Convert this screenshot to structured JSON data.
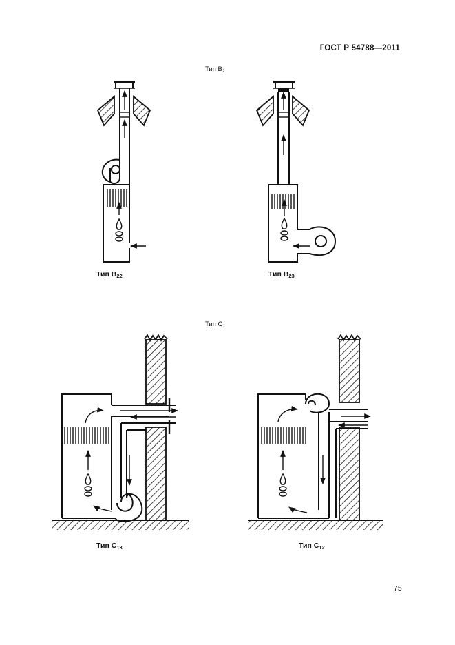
{
  "header": {
    "doc_code": "ГОСТ Р 54788—2011"
  },
  "sections": [
    {
      "title_main": "Тип В",
      "title_sub": "2",
      "figures": [
        {
          "caption_main": "Тип В",
          "caption_sub": "22"
        },
        {
          "caption_main": "Тип В",
          "caption_sub": "23"
        }
      ]
    },
    {
      "title_main": "Тип С",
      "title_sub": "1",
      "figures": [
        {
          "caption_main": "Тип С",
          "caption_sub": "13"
        },
        {
          "caption_main": "Тип С",
          "caption_sub": "12"
        }
      ]
    }
  ],
  "footer": {
    "page_number": "75"
  }
}
